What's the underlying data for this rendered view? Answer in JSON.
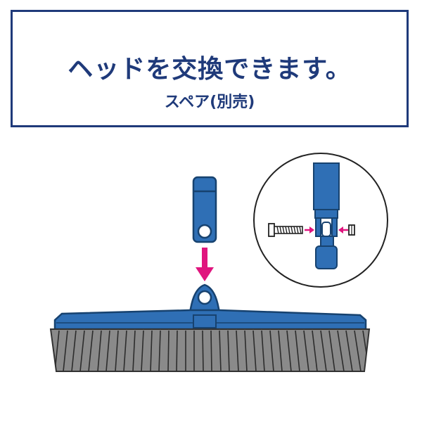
{
  "header": {
    "title": "ヘッドを交換できます。",
    "subtitle": "スペア(別売)"
  },
  "colors": {
    "brand_navy": "#1f3a7a",
    "part_blue": "#2f6fb5",
    "part_blue_dark": "#17426f",
    "arrow_magenta": "#e0157e",
    "bristle_gray": "#8a8a8a",
    "bristle_dark": "#333333"
  },
  "icons": {
    "arrow": "down-arrow-icon",
    "detail": "detail-magnifier-circle"
  }
}
